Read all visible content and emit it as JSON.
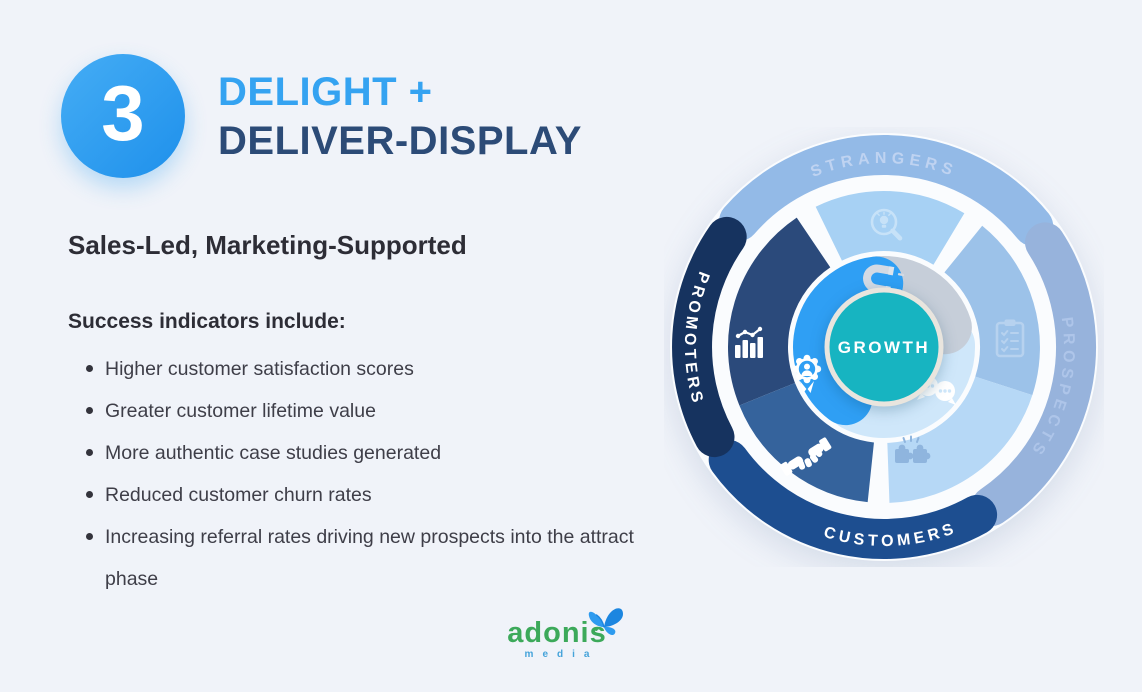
{
  "page": {
    "background": "#F0F3F9"
  },
  "header": {
    "step_number": "3",
    "step_circle_color": "#2E9EF0",
    "title_line1": "DELIGHT +",
    "title_line2": "DELIVER-DISPLAY",
    "title_line1_color": "#35A3F1",
    "title_line2_color": "#2C4B77"
  },
  "content": {
    "subtitle": "Sales-Led, Marketing-Supported",
    "list_heading": "Success indicators include:",
    "bullets": [
      "Higher customer satisfaction scores",
      "Greater customer lifetime value",
      "More authentic case studies generated",
      "Reduced customer churn rates",
      "Increasing referral rates driving new prospects into the attract phase"
    ]
  },
  "flywheel": {
    "center_label": "GROWTH",
    "center_color": "#17B4C1",
    "center_ring_color": "#E9E5DE",
    "outer_segments": [
      {
        "label": "STRANGERS",
        "color": "#93BAE7",
        "label_color": "#BFD3F1"
      },
      {
        "label": "PROSPECTS",
        "color": "#97B3DC",
        "label_color": "#AEC5E9"
      },
      {
        "label": "CUSTOMERS",
        "color": "#1D4E90",
        "label_color": "#FFFFFF"
      },
      {
        "label": "PROMOTERS",
        "color": "#16335F",
        "label_color": "#FFFFFF"
      }
    ],
    "middle_segments": [
      {
        "name": "attract-top",
        "color": "#A7D1F4",
        "icon": "magnifier-bulb-icon"
      },
      {
        "name": "engage-right-upper",
        "color": "#9CC2E9",
        "icon": "clipboard-icon"
      },
      {
        "name": "engage-right-lower",
        "color": "#B6D8F6",
        "icon": "puzzle-icon"
      },
      {
        "name": "delight-left-upper",
        "color": "#2B4A7B",
        "icon": "bar-chart-icon"
      },
      {
        "name": "delight-left-lower",
        "color": "#35639C",
        "icon": "handshake-icon"
      }
    ],
    "inner_segments": [
      {
        "name": "inner-gray",
        "color": "#C6CED9",
        "icon": "magnet-icon"
      },
      {
        "name": "inner-light-blue",
        "color": "#CFE7FA",
        "icon": "chat-icon"
      },
      {
        "name": "inner-bright-blue",
        "color": "#2F9FF4",
        "icon": "award-icon"
      }
    ]
  },
  "logo": {
    "name": "adonis",
    "subtitle": "media",
    "name_color": "#3CA95A",
    "subtitle_color": "#45A3DA",
    "butterfly_color": "#2E9BEF"
  }
}
